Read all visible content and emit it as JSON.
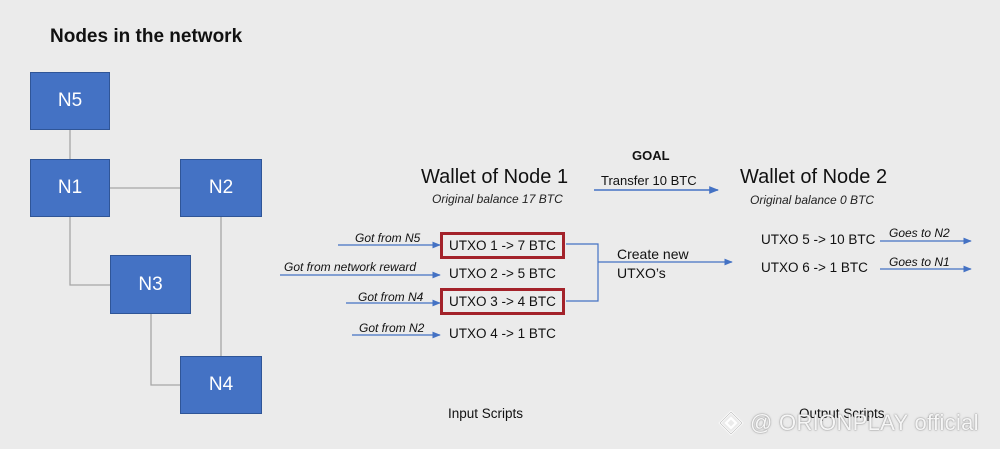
{
  "network": {
    "title": "Nodes in the network",
    "nodes": [
      "N5",
      "N1",
      "N2",
      "N3",
      "N4"
    ]
  },
  "wallet1": {
    "title": "Wallet of Node 1",
    "balance": "Original balance 17 BTC"
  },
  "goal": {
    "label": "GOAL",
    "transfer": "Transfer 10 BTC"
  },
  "wallet2": {
    "title": "Wallet of Node 2",
    "balance": "Original balance 0 BTC"
  },
  "inputs": [
    {
      "source": "Got from N5",
      "utxo": "UTXO 1 -> 7 BTC",
      "highlighted": true
    },
    {
      "source": "Got from network reward",
      "utxo": "UTXO 2 -> 5 BTC",
      "highlighted": false
    },
    {
      "source": "Got from N4",
      "utxo": "UTXO 3 -> 4 BTC",
      "highlighted": true
    },
    {
      "source": "Got from N2",
      "utxo": "UTXO 4 -> 1 BTC",
      "highlighted": false
    }
  ],
  "create": {
    "line1": "Create new",
    "line2": "UTXO’s"
  },
  "outputs": [
    {
      "utxo": "UTXO 5 -> 10 BTC",
      "destination": "Goes to N2"
    },
    {
      "utxo": "UTXO 6 -> 1 BTC",
      "destination": "Goes to N1"
    }
  ],
  "captions": {
    "input": "Input Scripts",
    "output": "Output Scripts"
  },
  "watermark": "@ ORIONPLAY official",
  "colors": {
    "node_fill": "#4472c4",
    "arrow": "#4472c4",
    "highlight_border": "#a3222a",
    "connector": "#a6a6a6"
  }
}
